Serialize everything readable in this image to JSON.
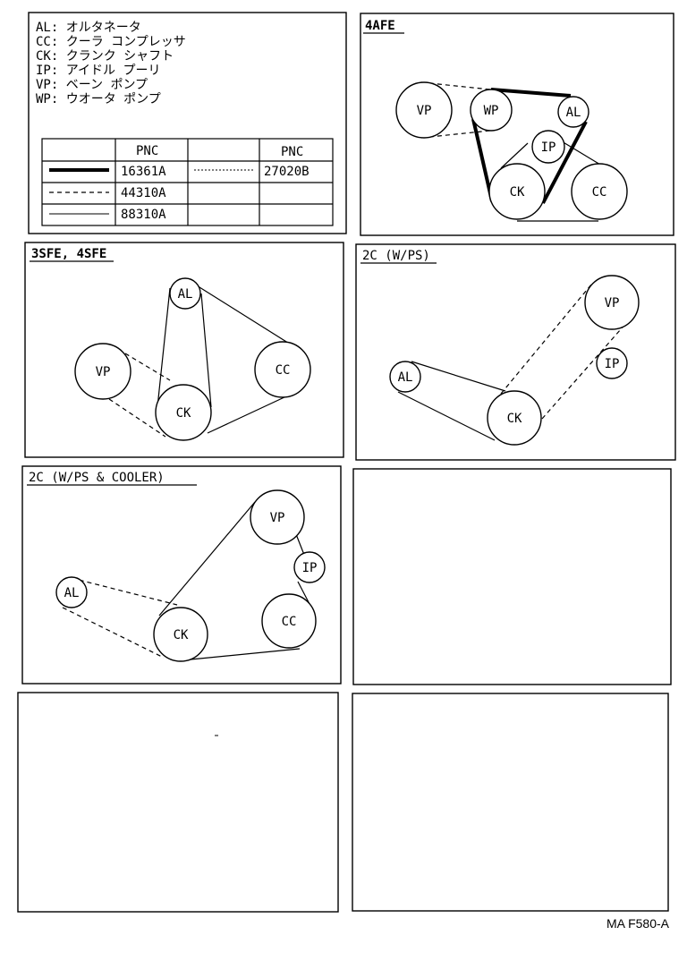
{
  "legend": {
    "codes": [
      "AL: オルタネータ",
      "CC: クーラ コンプレッサ",
      "CK: クランク シャフト",
      "IP: アイドル プーリ",
      "VP: ベーン ポンプ",
      "WP: ウオータ ポンプ"
    ],
    "table": {
      "header_left": "PNC",
      "header_right": "PNC",
      "rows": [
        {
          "line": "thick",
          "pnc": "16361A"
        },
        {
          "line": "dashed",
          "pnc": "44310A"
        },
        {
          "line": "thin",
          "pnc": "88310A"
        }
      ],
      "right_rows": [
        {
          "line": "dotted",
          "pnc": "27020B"
        }
      ]
    }
  },
  "panels": [
    {
      "title": "4AFE",
      "pulleys": [
        "VP",
        "WP",
        "AL",
        "IP",
        "CK",
        "CC"
      ]
    },
    {
      "title": "3SFE, 4SFE",
      "pulleys": [
        "AL",
        "VP",
        "CK",
        "CC"
      ]
    },
    {
      "title": "2C (W/PS)",
      "pulleys": [
        "VP",
        "AL",
        "IP",
        "CK"
      ]
    },
    {
      "title": "2C (W/PS & COOLER)",
      "pulleys": [
        "VP",
        "IP",
        "AL",
        "CC",
        "CK"
      ]
    }
  ],
  "footer_code": "MA F580-A"
}
